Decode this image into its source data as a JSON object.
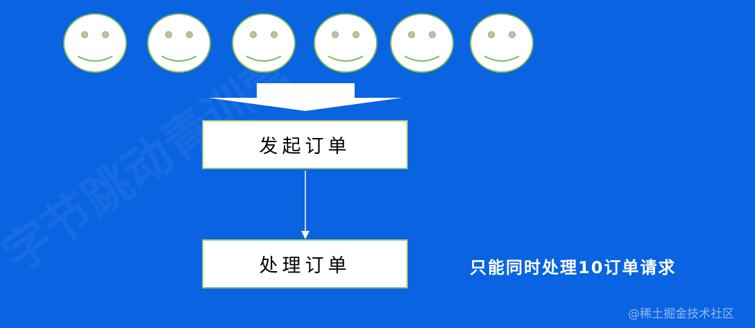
{
  "diagram": {
    "users_count": 6,
    "box_initiate": "发起订单",
    "box_process": "处理订单",
    "note": "只能同时处理10订单请求",
    "watermark": "@稀土掘金技术社区",
    "background_watermark": "字节跳动青训营",
    "colors": {
      "background": "#0a63e0",
      "face_outline": "#7ab85a",
      "eye": "#b8c4b0",
      "box": "#ffffff"
    }
  }
}
